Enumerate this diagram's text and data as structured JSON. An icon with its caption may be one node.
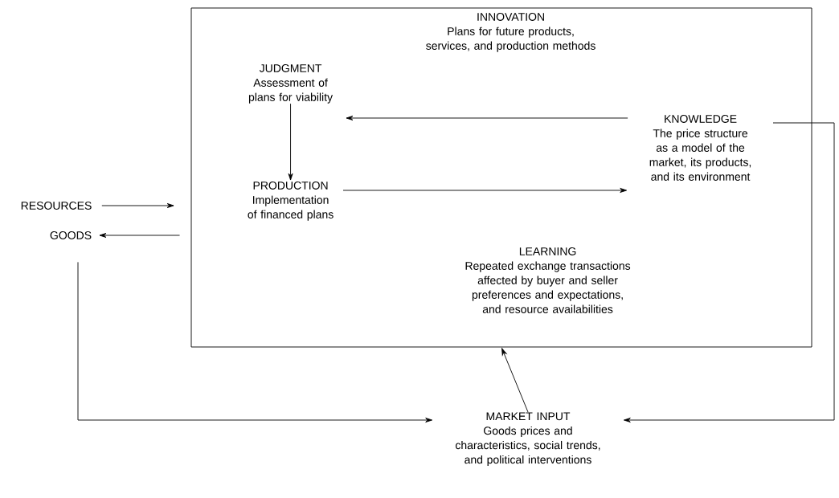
{
  "diagram": {
    "nodes": [
      {
        "text": [],
        "shape": "box"
      },
      {
        "text": [
          "INNOVATION",
          "Plans for future products, services, and production methods"
        ],
        "in": 0
      },
      {
        "text": [
          "JUDGMENT",
          "Assessment of plans for viability"
        ],
        "in": 0
      },
      {
        "text": [
          "KNOWLEDGE",
          "The price structure as a model of the market, its products, and its environment"
        ],
        "in": 0
      },
      {
        "text": [
          "PRODUCTION",
          "Implementation of financed plans"
        ],
        "in": 0
      },
      {
        "text": [
          "LEARNING",
          "Repeated exchange transactions affected by buyer and seller preferences and expectations, and resource availabilities"
        ],
        "in": 0
      },
      {
        "text": [
          "RESOURCES"
        ]
      },
      {
        "text": [
          "GOODS"
        ]
      },
      {
        "text": [
          "MARKET INPUT",
          "Goods prices and characteristics, social trends, and political interventions"
        ]
      }
    ],
    "edges": [
      {
        "from": 6,
        "to": 0,
        "arrow": "to"
      },
      {
        "from": 0,
        "to": 7,
        "arrow": "to"
      },
      {
        "from": 3,
        "to": 2,
        "arrow": "to"
      },
      {
        "from": 2,
        "to": 4,
        "arrow": "to"
      },
      {
        "from": 4,
        "to": 3,
        "arrow": "to"
      },
      {
        "from": 7,
        "to": 8,
        "arrow": "to"
      },
      {
        "from": 3,
        "to": 8,
        "arrow": "to"
      },
      {
        "from": 8,
        "to": 0,
        "arrow": "to"
      }
    ]
  }
}
